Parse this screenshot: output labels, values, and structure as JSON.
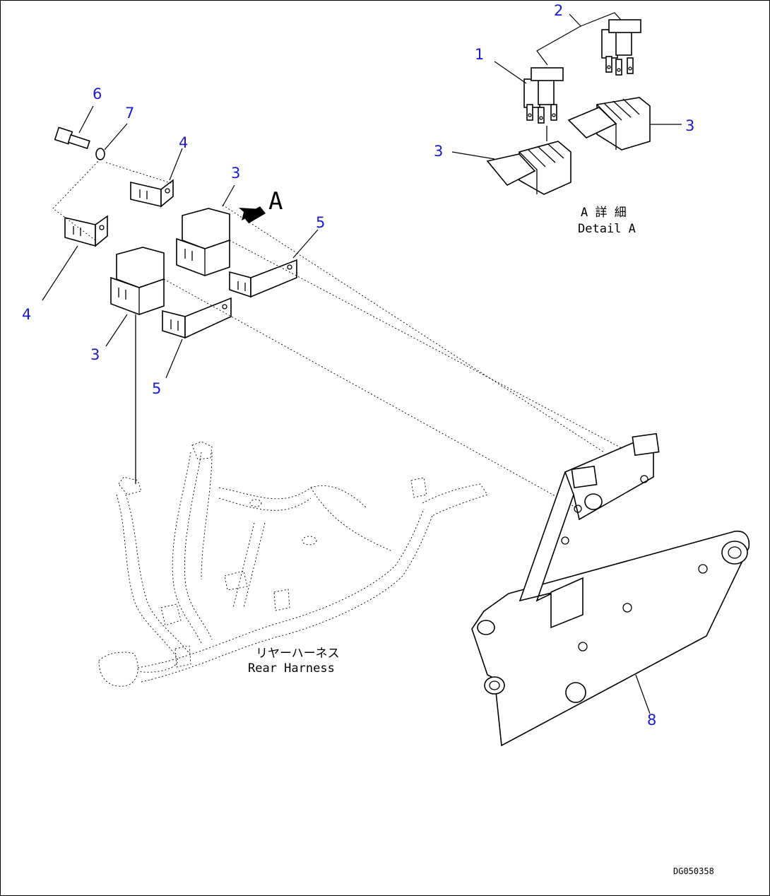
{
  "callouts": {
    "c1": "1",
    "c2": "2",
    "c3_detail_right": "3",
    "c3_detail_left": "3",
    "c3_upper": "3",
    "c3_lower": "3",
    "c4_upper": "4",
    "c4_lower": "4",
    "c5_upper": "5",
    "c5_lower": "5",
    "c6": "6",
    "c7": "7",
    "c8": "8"
  },
  "view_marker": "A",
  "detail_label_jp": "A 詳 細",
  "detail_label_en": "Detail A",
  "harness_label_jp": "リヤーハーネス",
  "harness_label_en": "Rear Harness",
  "drawing_number": "DG050358",
  "colors": {
    "callout": "#1a1ad6",
    "line": "#000000"
  }
}
